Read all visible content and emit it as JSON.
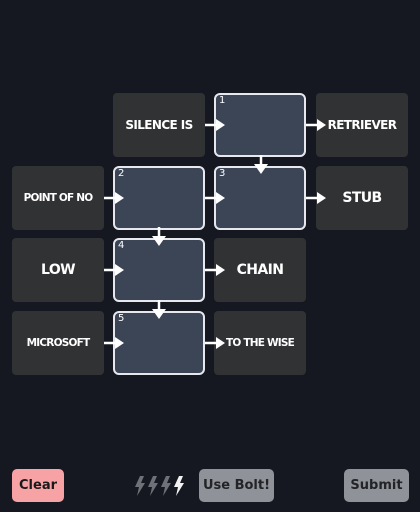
{
  "clues": {
    "silence_is": "SILENCE IS",
    "retriever": "RETRIEVER",
    "point_of_no": "POINT OF NO",
    "stub": "STUB",
    "low": "LOW",
    "chain": "CHAIN",
    "microsoft": "MICROSOFT",
    "to_the_wise": "TO THE WISE"
  },
  "cells": [
    {
      "number": "1",
      "value": ""
    },
    {
      "number": "2",
      "value": ""
    },
    {
      "number": "3",
      "value": ""
    },
    {
      "number": "4",
      "value": ""
    },
    {
      "number": "5",
      "value": ""
    }
  ],
  "bolts": {
    "total": 4,
    "available": 1
  },
  "buttons": {
    "clear": "Clear",
    "use_bolt": "Use Bolt!",
    "submit": "Submit"
  },
  "colors": {
    "background": "#151820",
    "clue_tile": "#313234",
    "answer_cell": "#3b4556",
    "clear_button": "#f7a3a6",
    "disabled_button": "#8f9298"
  },
  "icons": {
    "bolt": "lightning-bolt-icon",
    "arrow": "arrow-right-icon"
  }
}
